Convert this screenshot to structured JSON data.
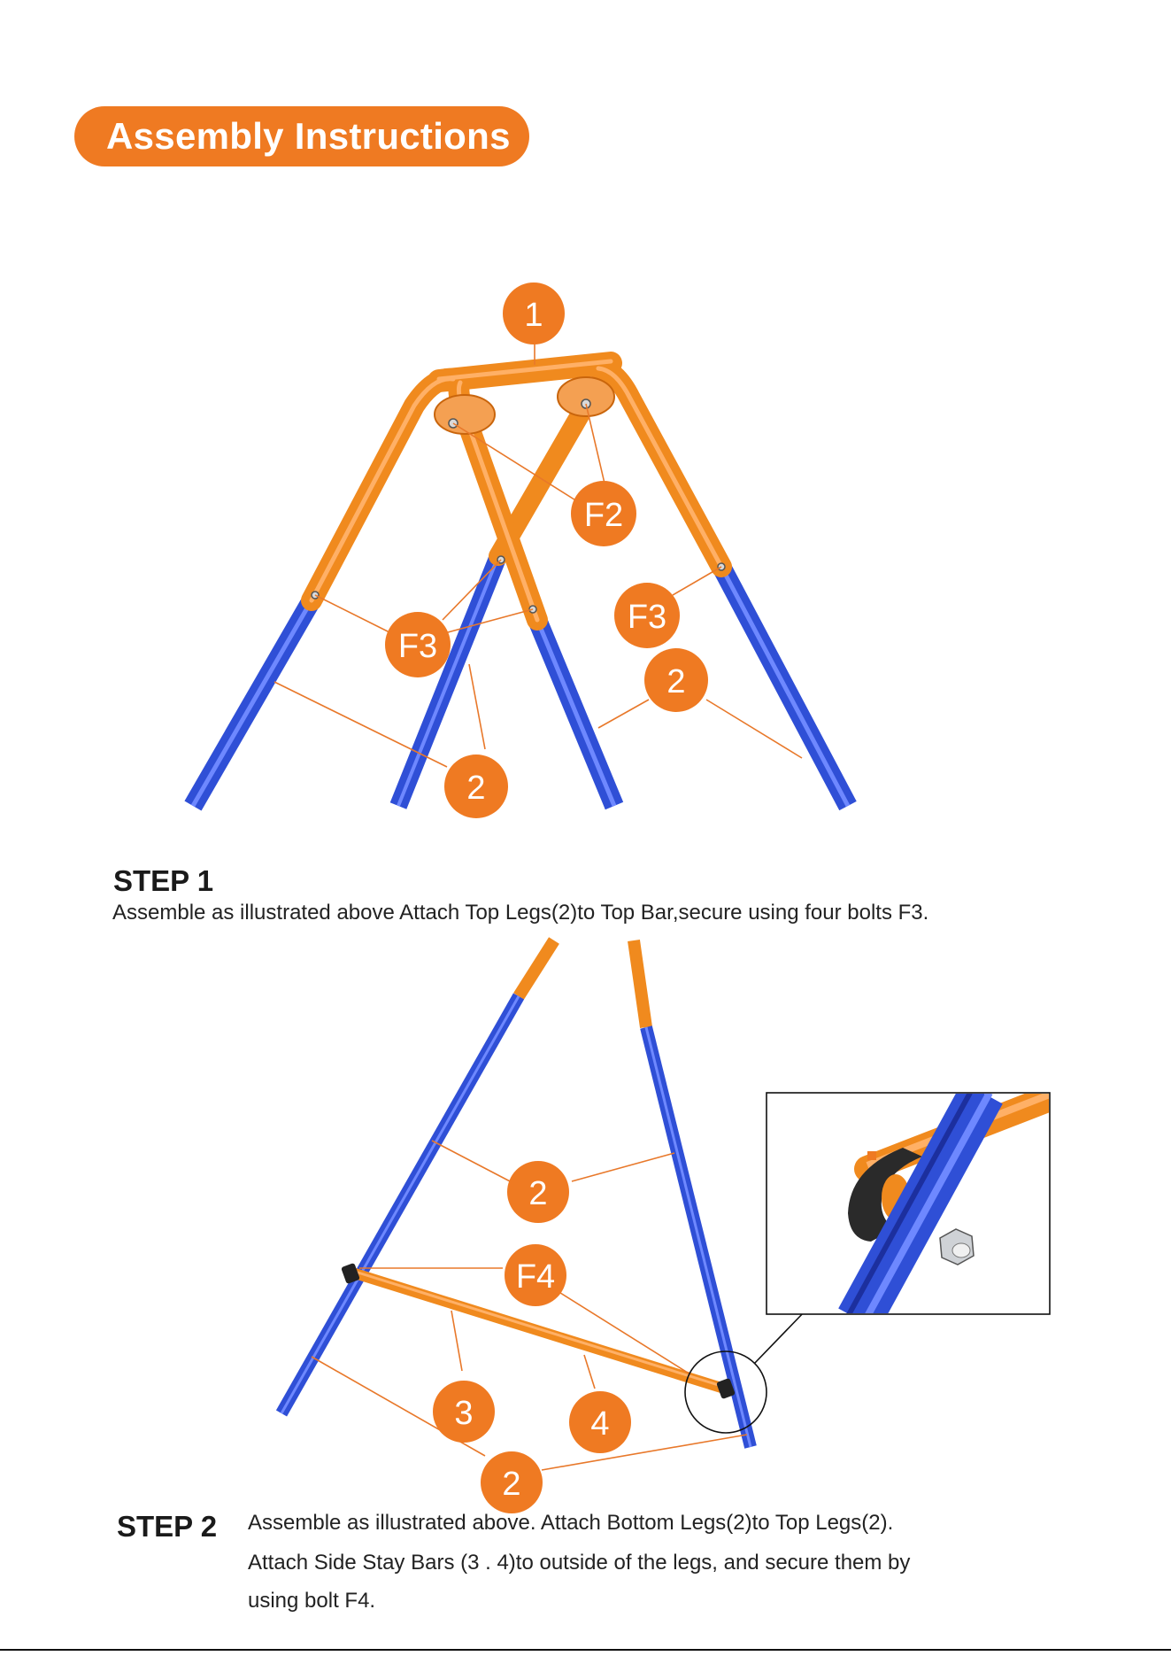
{
  "header": {
    "title": "Assembly  Instructions",
    "accent_color": "#ef7a22"
  },
  "colors": {
    "orange_tube": "#f08a1e",
    "orange_dark": "#c9650c",
    "blue_tube": "#2f4fd6",
    "blue_dark": "#1c2f9e",
    "callout": "#ef7a22",
    "leader_line": "#e8782a"
  },
  "figure1": {
    "callouts": [
      "1",
      "F2",
      "F3",
      "F3",
      "2",
      "2"
    ]
  },
  "step1": {
    "title": "STEP 1",
    "text": "Assemble as illustrated above  Attach Top Legs(2)to Top Bar,secure using four bolts F3."
  },
  "figure2": {
    "callouts": [
      "2",
      "F4",
      "3",
      "4",
      "2"
    ],
    "detail_inset": "connector-detail"
  },
  "step2": {
    "title": "STEP 2",
    "lines": [
      "Assemble as illustrated above. Attach Bottom Legs(2)to Top Legs(2).",
      "Attach Side Stay Bars (3 . 4)to outside of the legs, and secure them by",
      "using bolt F4."
    ]
  }
}
